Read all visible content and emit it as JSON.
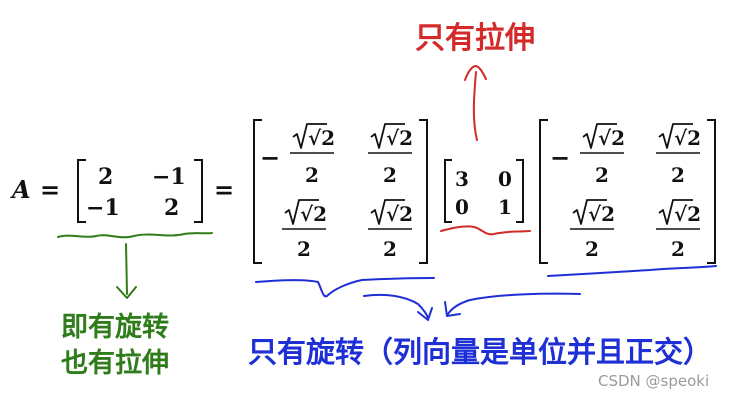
{
  "equation": {
    "lhs": "A",
    "equals": "=",
    "matrix_a": [
      [
        "2",
        "−1"
      ],
      [
        "−1",
        "2"
      ]
    ],
    "sigma": [
      [
        "3",
        "0"
      ],
      [
        "0",
        "1"
      ]
    ],
    "u": [
      [
        "−",
        "√2",
        "2",
        "",
        "√2",
        "2"
      ],
      [
        "",
        "√2",
        "2",
        "",
        "√2",
        "2"
      ]
    ],
    "v": [
      [
        "−",
        "√2",
        "2",
        "",
        "√2",
        "2"
      ],
      [
        "",
        "√2",
        "2",
        "",
        "√2",
        "2"
      ]
    ]
  },
  "annotations": {
    "stretch_only": "只有拉伸",
    "rotate_and_stretch_line1": "即有旋转",
    "rotate_and_stretch_line2": "也有拉伸",
    "rotate_only": "只有旋转（列向量是单位并且正交）"
  },
  "colors": {
    "red": "#d42a2a",
    "green": "#2f7d1a",
    "blue": "#1f2fd6"
  },
  "watermark": "CSDN @speoki"
}
